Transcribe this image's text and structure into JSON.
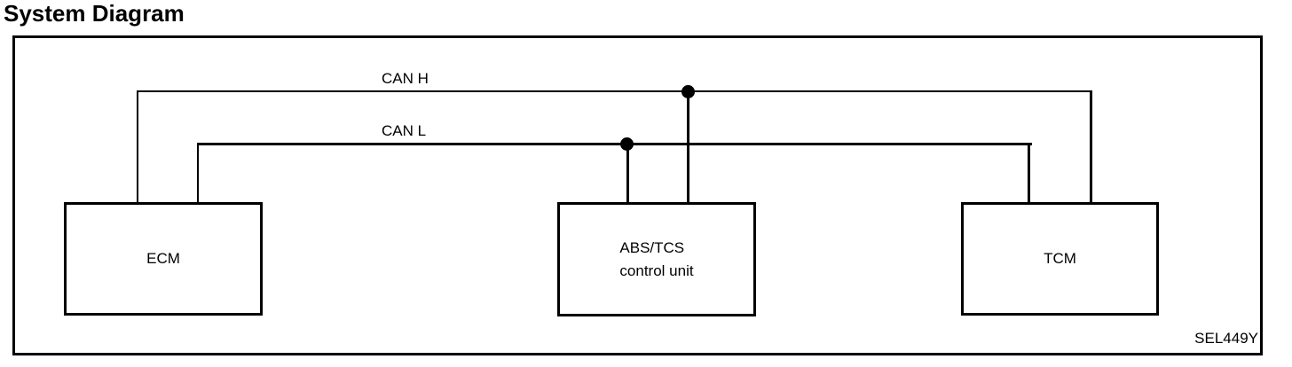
{
  "title": "System Diagram",
  "figure_code": "SEL449Y",
  "bus": {
    "can_h_label": "CAN H",
    "can_l_label": "CAN L"
  },
  "nodes": [
    {
      "id": "ecm",
      "label": "ECM"
    },
    {
      "id": "abs-tcs",
      "label_line1": "ABS/TCS",
      "label_line2": "control unit"
    },
    {
      "id": "tcm",
      "label": "TCM"
    }
  ],
  "icons": {
    "junction_dot": "filled-circle"
  },
  "colors": {
    "line": "#000000",
    "text": "#000000",
    "background": "#ffffff"
  }
}
